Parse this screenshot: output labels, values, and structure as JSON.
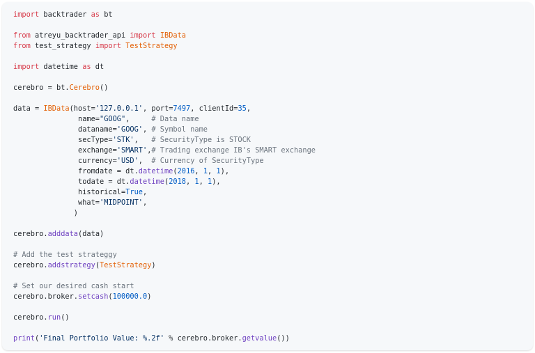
{
  "page": {
    "background": "#ffffff"
  },
  "code_block": {
    "language": "python",
    "background": "#f6f8fa",
    "colors": {
      "plain": "#24292e",
      "keyword": "#d73a49",
      "class_name": "#e36209",
      "function": "#6f42c1",
      "string": "#032f62",
      "number": "#005cc5",
      "comment": "#6a737d"
    },
    "lines": [
      {
        "segments": [
          {
            "t": "import",
            "c": "keyword"
          },
          {
            "t": " backtrader ",
            "c": "plain"
          },
          {
            "t": "as",
            "c": "keyword"
          },
          {
            "t": " bt",
            "c": "plain"
          }
        ]
      },
      {
        "segments": []
      },
      {
        "segments": [
          {
            "t": "from",
            "c": "keyword"
          },
          {
            "t": " atreyu_backtrader_api ",
            "c": "plain"
          },
          {
            "t": "import",
            "c": "keyword"
          },
          {
            "t": " ",
            "c": "plain"
          },
          {
            "t": "IBData",
            "c": "class_name"
          }
        ]
      },
      {
        "segments": [
          {
            "t": "from",
            "c": "keyword"
          },
          {
            "t": " test_strategy ",
            "c": "plain"
          },
          {
            "t": "import",
            "c": "keyword"
          },
          {
            "t": " ",
            "c": "plain"
          },
          {
            "t": "TestStrategy",
            "c": "class_name"
          }
        ]
      },
      {
        "segments": []
      },
      {
        "segments": [
          {
            "t": "import",
            "c": "keyword"
          },
          {
            "t": " datetime ",
            "c": "plain"
          },
          {
            "t": "as",
            "c": "keyword"
          },
          {
            "t": " dt",
            "c": "plain"
          }
        ]
      },
      {
        "segments": []
      },
      {
        "segments": [
          {
            "t": "cerebro = bt.",
            "c": "plain"
          },
          {
            "t": "Cerebro",
            "c": "class_name"
          },
          {
            "t": "()",
            "c": "plain"
          }
        ]
      },
      {
        "segments": []
      },
      {
        "segments": [
          {
            "t": "data = ",
            "c": "plain"
          },
          {
            "t": "IBData",
            "c": "class_name"
          },
          {
            "t": "(host=",
            "c": "plain"
          },
          {
            "t": "'127.0.0.1'",
            "c": "string"
          },
          {
            "t": ", port=",
            "c": "plain"
          },
          {
            "t": "7497",
            "c": "number"
          },
          {
            "t": ", clientId=",
            "c": "plain"
          },
          {
            "t": "35",
            "c": "number"
          },
          {
            "t": ",",
            "c": "plain"
          }
        ]
      },
      {
        "segments": [
          {
            "t": "               name=",
            "c": "plain"
          },
          {
            "t": "\"GOOG\"",
            "c": "string"
          },
          {
            "t": ",     ",
            "c": "plain"
          },
          {
            "t": "# Data name",
            "c": "comment"
          }
        ]
      },
      {
        "segments": [
          {
            "t": "               dataname=",
            "c": "plain"
          },
          {
            "t": "'GOOG'",
            "c": "string"
          },
          {
            "t": ", ",
            "c": "plain"
          },
          {
            "t": "# Symbol name",
            "c": "comment"
          }
        ]
      },
      {
        "segments": [
          {
            "t": "               secType=",
            "c": "plain"
          },
          {
            "t": "'STK'",
            "c": "string"
          },
          {
            "t": ",   ",
            "c": "plain"
          },
          {
            "t": "# SecurityType is STOCK",
            "c": "comment"
          }
        ]
      },
      {
        "segments": [
          {
            "t": "               exchange=",
            "c": "plain"
          },
          {
            "t": "'SMART'",
            "c": "string"
          },
          {
            "t": ",",
            "c": "plain"
          },
          {
            "t": "# Trading exchange IB's SMART exchange",
            "c": "comment"
          }
        ]
      },
      {
        "segments": [
          {
            "t": "               currency=",
            "c": "plain"
          },
          {
            "t": "'USD'",
            "c": "string"
          },
          {
            "t": ",  ",
            "c": "plain"
          },
          {
            "t": "# Currency of SecurityType",
            "c": "comment"
          }
        ]
      },
      {
        "segments": [
          {
            "t": "               fromdate = dt.",
            "c": "plain"
          },
          {
            "t": "datetime",
            "c": "function"
          },
          {
            "t": "(",
            "c": "plain"
          },
          {
            "t": "2016",
            "c": "number"
          },
          {
            "t": ", ",
            "c": "plain"
          },
          {
            "t": "1",
            "c": "number"
          },
          {
            "t": ", ",
            "c": "plain"
          },
          {
            "t": "1",
            "c": "number"
          },
          {
            "t": "),",
            "c": "plain"
          }
        ]
      },
      {
        "segments": [
          {
            "t": "               todate = dt.",
            "c": "plain"
          },
          {
            "t": "datetime",
            "c": "function"
          },
          {
            "t": "(",
            "c": "plain"
          },
          {
            "t": "2018",
            "c": "number"
          },
          {
            "t": ", ",
            "c": "plain"
          },
          {
            "t": "1",
            "c": "number"
          },
          {
            "t": ", ",
            "c": "plain"
          },
          {
            "t": "1",
            "c": "number"
          },
          {
            "t": "),",
            "c": "plain"
          }
        ]
      },
      {
        "segments": [
          {
            "t": "               historical=",
            "c": "plain"
          },
          {
            "t": "True",
            "c": "number"
          },
          {
            "t": ",",
            "c": "plain"
          }
        ]
      },
      {
        "segments": [
          {
            "t": "               what=",
            "c": "plain"
          },
          {
            "t": "'MIDPOINT'",
            "c": "string"
          },
          {
            "t": ",",
            "c": "plain"
          }
        ]
      },
      {
        "segments": [
          {
            "t": "              )",
            "c": "plain"
          }
        ]
      },
      {
        "segments": []
      },
      {
        "segments": [
          {
            "t": "cerebro.",
            "c": "plain"
          },
          {
            "t": "adddata",
            "c": "function"
          },
          {
            "t": "(data)",
            "c": "plain"
          }
        ]
      },
      {
        "segments": []
      },
      {
        "segments": [
          {
            "t": "# Add the test strateggy",
            "c": "comment"
          }
        ]
      },
      {
        "segments": [
          {
            "t": "cerebro.",
            "c": "plain"
          },
          {
            "t": "addstrategy",
            "c": "function"
          },
          {
            "t": "(",
            "c": "plain"
          },
          {
            "t": "TestStrategy",
            "c": "class_name"
          },
          {
            "t": ")",
            "c": "plain"
          }
        ]
      },
      {
        "segments": []
      },
      {
        "segments": [
          {
            "t": "# Set our desired cash start",
            "c": "comment"
          }
        ]
      },
      {
        "segments": [
          {
            "t": "cerebro.broker.",
            "c": "plain"
          },
          {
            "t": "setcash",
            "c": "function"
          },
          {
            "t": "(",
            "c": "plain"
          },
          {
            "t": "100000.0",
            "c": "number"
          },
          {
            "t": ")",
            "c": "plain"
          }
        ]
      },
      {
        "segments": []
      },
      {
        "segments": [
          {
            "t": "cerebro.",
            "c": "plain"
          },
          {
            "t": "run",
            "c": "function"
          },
          {
            "t": "()",
            "c": "plain"
          }
        ]
      },
      {
        "segments": []
      },
      {
        "segments": [
          {
            "t": "print",
            "c": "function"
          },
          {
            "t": "(",
            "c": "plain"
          },
          {
            "t": "'Final Portfolio Value: %.2f'",
            "c": "string"
          },
          {
            "t": " % cerebro.broker.",
            "c": "plain"
          },
          {
            "t": "getvalue",
            "c": "function"
          },
          {
            "t": "())",
            "c": "plain"
          }
        ]
      }
    ]
  }
}
